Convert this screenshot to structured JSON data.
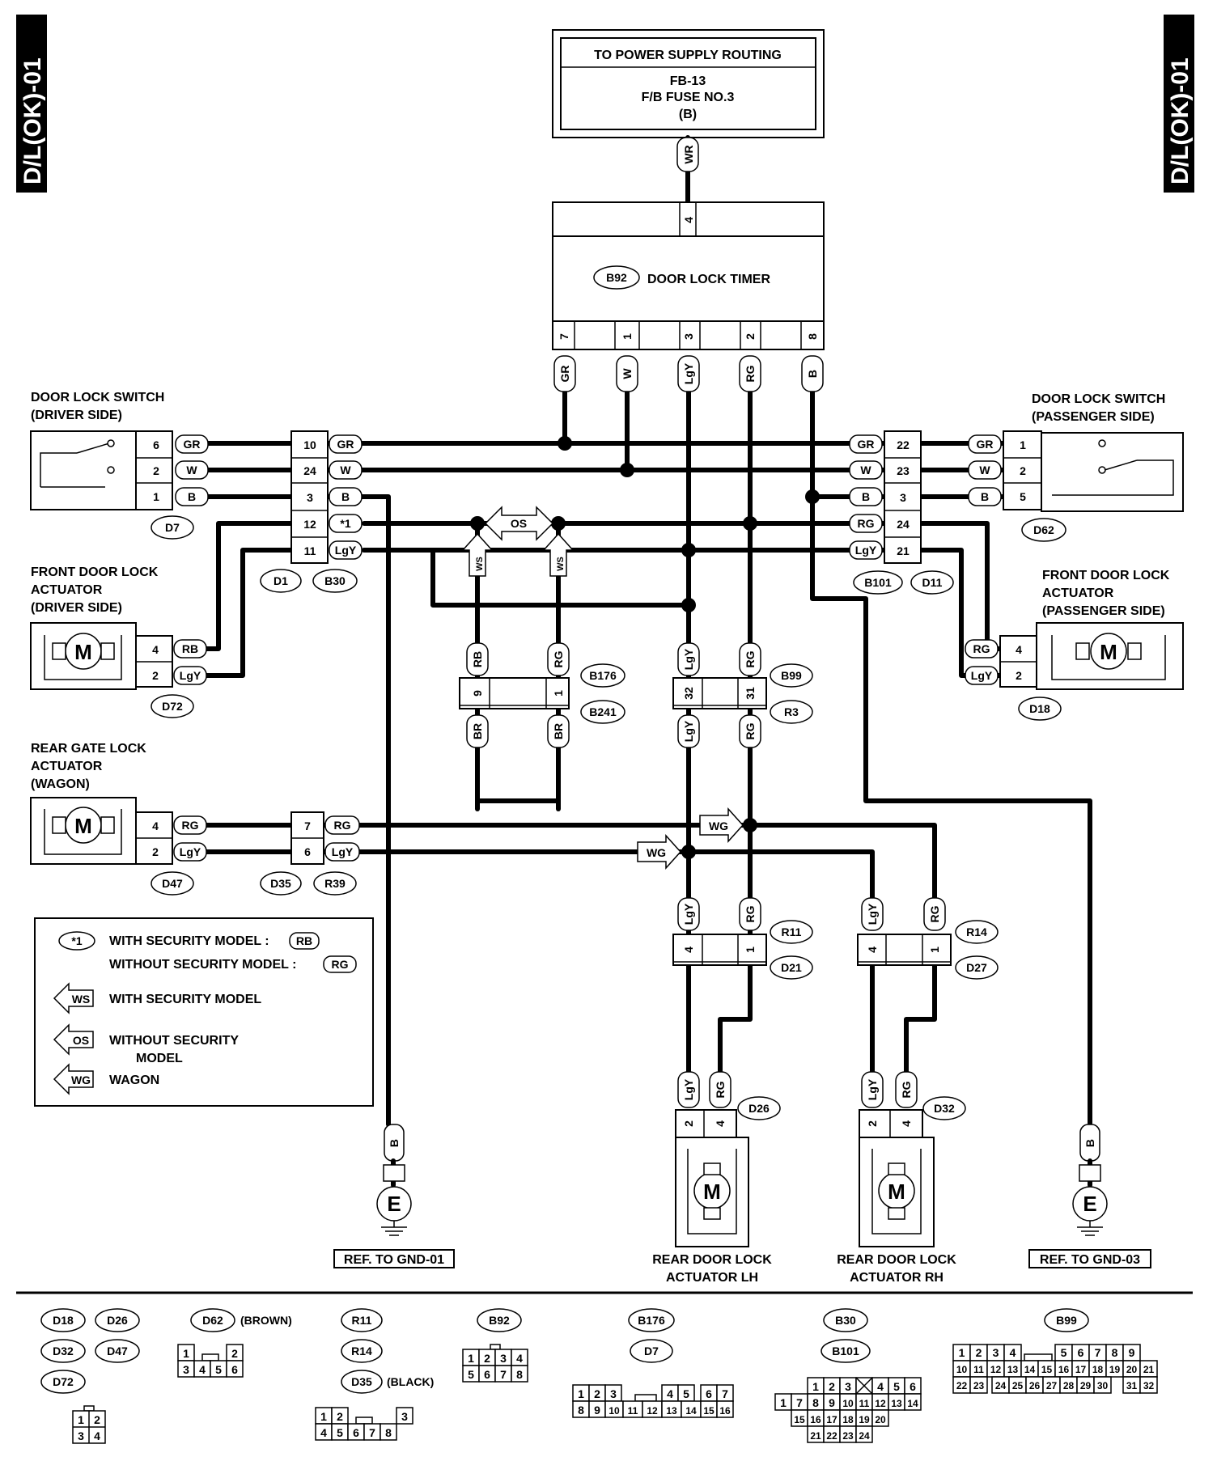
{
  "page_code": "D/L(OK)-01",
  "power": {
    "title": "TO POWER SUPPLY ROUTING",
    "l1": "FB-13",
    "l2": "F/B FUSE NO.3",
    "l3": "(B)",
    "wire": "WR"
  },
  "timer": {
    "id": "B92",
    "name": "DOOR LOCK TIMER",
    "pin_top": "4",
    "pins": [
      {
        "n": "7",
        "c": "GR"
      },
      {
        "n": "1",
        "c": "W"
      },
      {
        "n": "3",
        "c": "LgY"
      },
      {
        "n": "2",
        "c": "RG"
      },
      {
        "n": "8",
        "c": "B"
      }
    ]
  },
  "dls_driver": {
    "title1": "DOOR LOCK SWITCH",
    "title2": "(DRIVER SIDE)",
    "id": "D7",
    "pins": [
      {
        "n": "6",
        "c": "GR"
      },
      {
        "n": "2",
        "c": "W"
      },
      {
        "n": "1",
        "c": "B"
      }
    ]
  },
  "dls_pass": {
    "title1": "DOOR LOCK SWITCH",
    "title2": "(PASSENGER SIDE)",
    "id": "D62",
    "pins": [
      {
        "n": "1",
        "c": "GR"
      },
      {
        "n": "2",
        "c": "W"
      },
      {
        "n": "5",
        "c": "B"
      }
    ]
  },
  "d1": {
    "id1": "D1",
    "id2": "B30",
    "pins": [
      {
        "n": "10",
        "c": "GR"
      },
      {
        "n": "24",
        "c": "W"
      },
      {
        "n": "3",
        "c": "B"
      },
      {
        "n": "12",
        "c": "*1"
      },
      {
        "n": "11",
        "c": "LgY"
      }
    ]
  },
  "d11": {
    "id1": "B101",
    "id2": "D11",
    "pins": [
      {
        "n": "22",
        "c": "GR"
      },
      {
        "n": "23",
        "c": "W"
      },
      {
        "n": "3",
        "c": "B"
      },
      {
        "n": "24",
        "c": "RG"
      },
      {
        "n": "21",
        "c": "LgY"
      }
    ]
  },
  "fdl_driver": {
    "t1": "FRONT DOOR LOCK",
    "t2": "ACTUATOR",
    "t3": "(DRIVER SIDE)",
    "id": "D72",
    "pins": [
      {
        "n": "4",
        "c": "RB"
      },
      {
        "n": "2",
        "c": "LgY"
      }
    ]
  },
  "fdl_pass": {
    "t1": "FRONT DOOR LOCK",
    "t2": "ACTUATOR",
    "t3": "(PASSENGER SIDE)",
    "id": "D18",
    "pins": [
      {
        "n": "4",
        "c": "RG"
      },
      {
        "n": "2",
        "c": "LgY"
      }
    ]
  },
  "rgl": {
    "t1": "REAR GATE LOCK",
    "t2": "ACTUATOR",
    "t3": "(WAGON)",
    "id": "D47",
    "pins": [
      {
        "n": "4",
        "c": "RG"
      },
      {
        "n": "2",
        "c": "LgY"
      }
    ]
  },
  "d35": {
    "id1": "D35",
    "id2": "R39",
    "pins": [
      {
        "n": "7",
        "c": "RG"
      },
      {
        "n": "6",
        "c": "LgY"
      }
    ]
  },
  "b176": {
    "id1": "B176",
    "id2": "B241",
    "p1": "9",
    "p2": "1",
    "top1": "RB",
    "top2": "RG",
    "bot1": "BR",
    "bot2": "BR"
  },
  "b99": {
    "id1": "B99",
    "id2": "R3",
    "p1": "32",
    "p2": "31",
    "top1": "LgY",
    "top2": "RG",
    "bot1": "LgY",
    "bot2": "RG"
  },
  "r11": {
    "id1": "R11",
    "id2": "D21",
    "p1": "4",
    "p2": "1",
    "c1": "LgY",
    "c2": "RG"
  },
  "r14": {
    "id1": "R14",
    "id2": "D27",
    "p1": "4",
    "p2": "1",
    "c1": "LgY",
    "c2": "RG"
  },
  "rdl_lh": {
    "id": "D26",
    "p1": "2",
    "p2": "4",
    "c1": "LgY",
    "c2": "RG",
    "t1": "REAR DOOR LOCK",
    "t2": "ACTUATOR LH"
  },
  "rdl_rh": {
    "id": "D32",
    "p1": "2",
    "p2": "4",
    "c1": "LgY",
    "c2": "RG",
    "t1": "REAR DOOR LOCK",
    "t2": "ACTUATOR RH"
  },
  "gnd1": {
    "wire": "B",
    "symbol": "E",
    "ref": "REF. TO GND-01"
  },
  "gnd3": {
    "wire": "B",
    "symbol": "E",
    "ref": "REF. TO GND-03"
  },
  "os": "OS",
  "ws": "WS",
  "wg": "WG",
  "motor": "M",
  "legend": {
    "star": "*1",
    "star_t1": "WITH SECURITY MODEL :",
    "star_rb": "RB",
    "star_t2": "WITHOUT SECURITY MODEL :",
    "star_rg": "RG",
    "ws": "WS",
    "ws_t": "WITH SECURITY MODEL",
    "os": "OS",
    "os_t1": "WITHOUT SECURITY",
    "os_t2": "MODEL",
    "wg": "WG",
    "wg_t": "WAGON"
  },
  "bottom": {
    "g1": [
      "D18",
      "D26",
      "D32",
      "D47",
      "D72"
    ],
    "g1_pins": [
      "1",
      "2",
      "3",
      "4"
    ],
    "d62": "D62",
    "d62_note": "(BROWN)",
    "d62_pins": [
      "1",
      "2",
      "3",
      "4",
      "5",
      "6"
    ],
    "g3": [
      "R11",
      "R14",
      "D35"
    ],
    "g3_note": "(BLACK)",
    "g3_pins": [
      "1",
      "2",
      "3",
      "4",
      "5",
      "6",
      "7",
      "8"
    ],
    "b92": "B92",
    "b92_pins": [
      "1",
      "2",
      "3",
      "4",
      "5",
      "6",
      "7",
      "8"
    ],
    "g5": [
      "B176",
      "D7"
    ],
    "g5_pins": [
      "1",
      "2",
      "3",
      "4",
      "5",
      "6",
      "7",
      "8",
      "9",
      "10",
      "11",
      "12",
      "13",
      "14",
      "15",
      "16"
    ],
    "g6": [
      "B30",
      "B101"
    ],
    "g6_pins": [
      "1",
      "2",
      "3",
      "4",
      "5",
      "6",
      "7",
      "8",
      "9",
      "10",
      "11",
      "12",
      "13",
      "14",
      "15",
      "16",
      "17",
      "18",
      "19",
      "20",
      "21",
      "22",
      "23",
      "24"
    ],
    "b99": "B99",
    "b99_pins": [
      "1",
      "2",
      "3",
      "4",
      "5",
      "6",
      "7",
      "8",
      "9",
      "10",
      "11",
      "12",
      "13",
      "14",
      "15",
      "16",
      "17",
      "18",
      "19",
      "20",
      "21",
      "22",
      "23",
      "24",
      "25",
      "26",
      "27",
      "28",
      "29",
      "30",
      "31",
      "32"
    ]
  }
}
